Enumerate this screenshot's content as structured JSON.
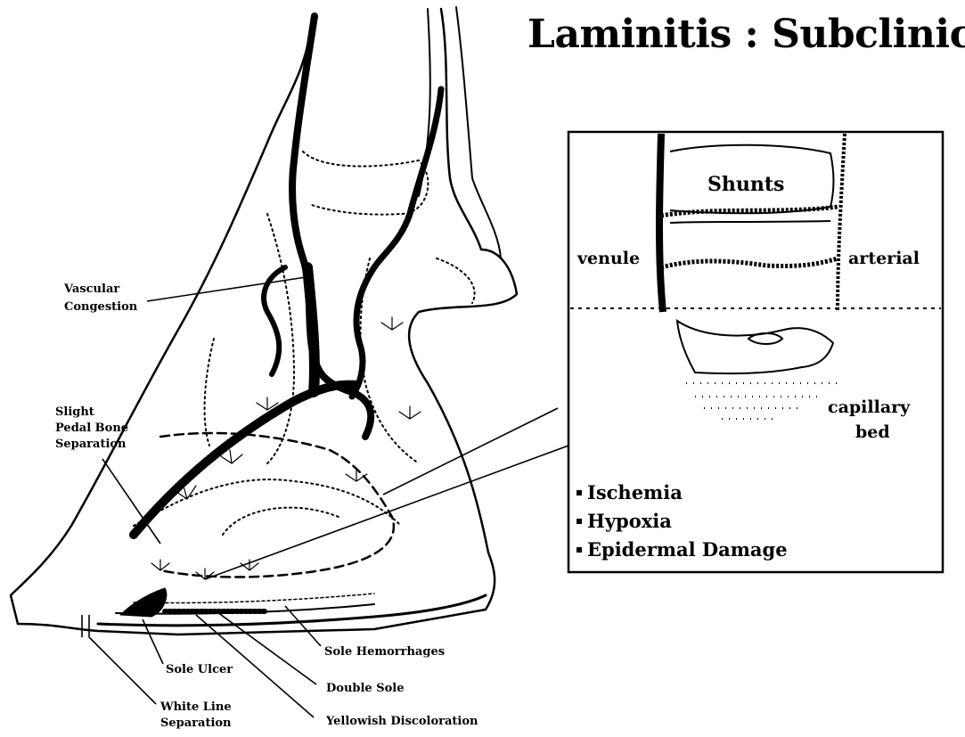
{
  "title": "Laminitis : Subclinical",
  "callouts": {
    "vascular_congestion": [
      "Vascular",
      "Congestion"
    ],
    "pedal_bone": [
      "Slight",
      "Pedal Bone",
      "Separation"
    ],
    "sole_ulcer": "Sole Ulcer",
    "white_line": [
      "White Line",
      "Separation"
    ],
    "sole_hemorrhages": "Sole Hemorrhages",
    "double_sole": "Double Sole",
    "yellowish": "Yellowish Discoloration"
  },
  "inset": {
    "shunts": "Shunts",
    "venule": "venule",
    "arterial": "arterial",
    "capillary_bed": [
      "capillary",
      "bed"
    ],
    "bullets": [
      "Ischemia",
      "Hypoxia",
      "Epidermal Damage"
    ]
  }
}
